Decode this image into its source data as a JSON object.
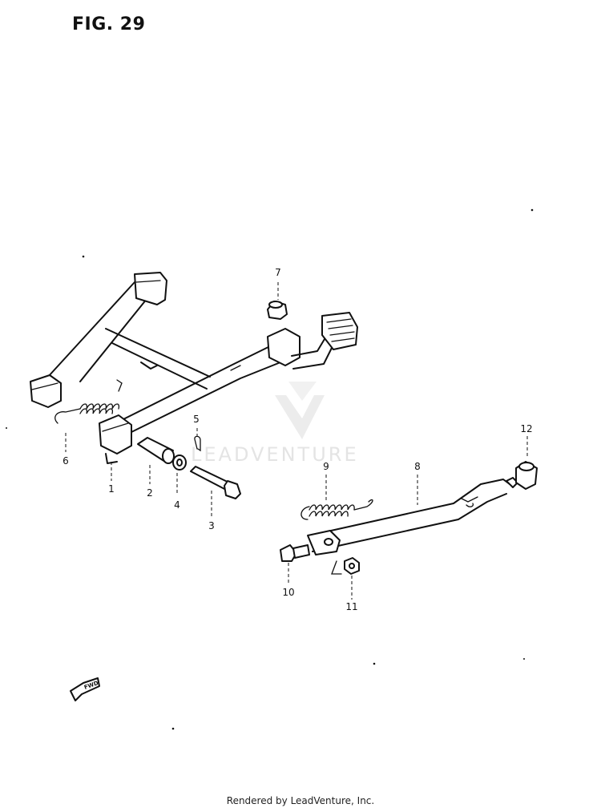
{
  "title": "FIG. 29",
  "watermark": {
    "text": "LEADVENTURE",
    "color": "#e4e4e4"
  },
  "footer": "Rendered by LeadVenture, Inc.",
  "fwd_label": "FWD",
  "callouts": {
    "c1": "1",
    "c2": "2",
    "c3": "3",
    "c4": "4",
    "c5": "5",
    "c6": "6",
    "c7": "7",
    "c8": "8",
    "c9": "9",
    "c10": "10",
    "c11": "11",
    "c12": "12"
  }
}
